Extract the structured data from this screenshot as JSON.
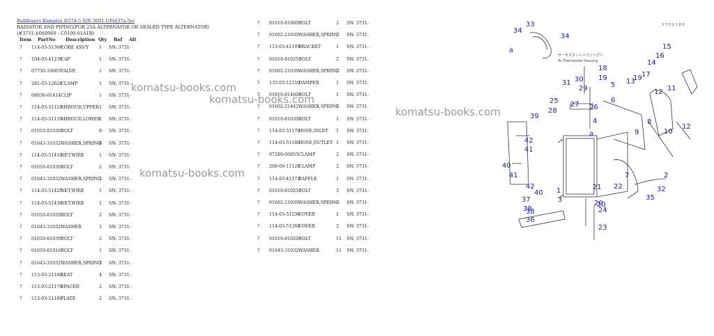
{
  "breadcrumb": "Bulldozers Komatsu D37A-5 S/N 3001-UP(d37a-5e)",
  "subtitle": "RADIATOR AND PIPING(FOR 25A ALTERNATOR OR SEALED TYPE ALTERNATOR)(#3731-)(060060 : C0100-01A1B)",
  "headers": {
    "item": "Item",
    "partno": "PartNo",
    "desc": "Description",
    "qty": "Qty",
    "ref": "Ref",
    "alt": "Alt"
  },
  "left_rows": [
    {
      "item": "?",
      "partno": "114-03-51360",
      "desc": "CORE ASS'Y",
      "qty": "1",
      "ref": "SN: 3731-"
    },
    {
      "item": "?",
      "partno": "104-03-41230",
      "desc": "CAP",
      "qty": "1",
      "ref": "SN: 3731-"
    },
    {
      "item": "?",
      "partno": "07730-10003",
      "desc": "VALVE",
      "qty": "1",
      "ref": "SN: 3731-"
    },
    {
      "item": "?",
      "partno": "281-03-12620",
      "desc": "CLAMP",
      "qty": "1",
      "ref": "SN: 3731-"
    },
    {
      "item": "?",
      "partno": "08036-01414",
      "desc": "CLIP",
      "qty": "1",
      "ref": "SN: 3731-"
    },
    {
      "item": "?",
      "partno": "114-03-51121",
      "desc": "SHROUD,UPPER",
      "qty": "1",
      "ref": "SN: 3731-"
    },
    {
      "item": "?",
      "partno": "114-03-51131",
      "desc": "SHROUD,LOWER",
      "qty": "1",
      "ref": "SN: 3731-"
    },
    {
      "item": "?",
      "partno": "01010-81030",
      "desc": "BOLT",
      "qty": "8",
      "ref": "SN: 3731-"
    },
    {
      "item": "?",
      "partno": "01643-31032",
      "desc": "WASHER,SPRING",
      "qty": "8",
      "ref": "SN: 3731-"
    },
    {
      "item": "?",
      "partno": "114-03-51410",
      "desc": "NET,WIRE",
      "qty": "1",
      "ref": "SN: 3731-"
    },
    {
      "item": "?",
      "partno": "01010-81030",
      "desc": "BOLT",
      "qty": "2",
      "ref": "SN: 3731-"
    },
    {
      "item": "?",
      "partno": "01643-31032",
      "desc": "WASHER,SPRING",
      "qty": "2",
      "ref": "SN: 3731-"
    },
    {
      "item": "?",
      "partno": "114-03-51420",
      "desc": "NET,WIRE",
      "qty": "1",
      "ref": "SN: 3731-"
    },
    {
      "item": "?",
      "partno": "114-03-51430",
      "desc": "NET,WIRE",
      "qty": "1",
      "ref": "SN: 3731-"
    },
    {
      "item": "?",
      "partno": "01010-81020",
      "desc": "BOLT",
      "qty": "2",
      "ref": "SN: 3731-"
    },
    {
      "item": "?",
      "partno": "01643-31032",
      "desc": "WASHER",
      "qty": "2",
      "ref": "SN: 3731-"
    },
    {
      "item": "?",
      "partno": "01010-81030",
      "desc": "BOLT",
      "qty": "2",
      "ref": "SN: 3731-"
    },
    {
      "item": "?",
      "partno": "01010-81016",
      "desc": "BOLT",
      "qty": "1",
      "ref": "SN: 3731-"
    },
    {
      "item": "?",
      "partno": "01643-31032",
      "desc": "WASHER,SPRING",
      "qty": "3",
      "ref": "SN: 3731-"
    },
    {
      "item": "?",
      "partno": "113-03-21160",
      "desc": "SEAT",
      "qty": "4",
      "ref": "SN: 3731-"
    },
    {
      "item": "?",
      "partno": "113-03-21170",
      "desc": "SPACER",
      "qty": "2",
      "ref": "SN: 3731-"
    },
    {
      "item": "?",
      "partno": "113-03-21180",
      "desc": "PLATE",
      "qty": "2",
      "ref": "SN: 3731-"
    }
  ],
  "right_rows": [
    {
      "item": "?",
      "partno": "01010-81060",
      "desc": "BOLT",
      "qty": "2",
      "ref": "SN: 3731-"
    },
    {
      "item": "?",
      "partno": "01602-21030",
      "desc": "WASHER,SPRING",
      "qty": "2",
      "ref": "SN: 3731-"
    },
    {
      "item": "?",
      "partno": "113-03-41191",
      "desc": "BRACKET",
      "qty": "1",
      "ref": "SN: 3731-"
    },
    {
      "item": "?",
      "partno": "01010-81025",
      "desc": "BOLT",
      "qty": "2",
      "ref": "SN: 3731-"
    },
    {
      "item": "?",
      "partno": "01602-21030",
      "desc": "WASHER,SPRING",
      "qty": "2",
      "ref": "SN: 3731-"
    },
    {
      "item": "?",
      "partno": "135-03-12110",
      "desc": "DAMPER",
      "qty": "1",
      "ref": "SN: 3731-"
    },
    {
      "item": "?",
      "partno": "01010-81460",
      "desc": "BOLT",
      "qty": "1",
      "ref": "SN: 3731-"
    },
    {
      "item": "?",
      "partno": "01602-21442",
      "desc": "WASHER,SPRING",
      "qty": "1",
      "ref": "SN: 3731-"
    },
    {
      "item": "?",
      "partno": "01010-81030",
      "desc": "BOLT",
      "qty": "1",
      "ref": "SN: 3731-"
    },
    {
      "item": "?",
      "partno": "114-03-51170",
      "desc": "HOSE,INLET",
      "qty": "1",
      "ref": "SN: 3731-"
    },
    {
      "item": "?",
      "partno": "114-03-51180",
      "desc": "HOSE,OUTLET",
      "qty": "1",
      "ref": "SN: 3731-"
    },
    {
      "item": "?",
      "partno": "07289-00055",
      "desc": "CLAMP",
      "qty": "2",
      "ref": "SN: 3731-"
    },
    {
      "item": "?",
      "partno": "208-09-11120",
      "desc": "CLAMP",
      "qty": "2",
      "ref": "SN: 3731-"
    },
    {
      "item": "?",
      "partno": "114-03-41171",
      "desc": "BAFFLE",
      "qty": "1",
      "ref": "SN: 3731-"
    },
    {
      "item": "?",
      "partno": "01010-81025",
      "desc": "BOLT",
      "qty": "3",
      "ref": "SN: 3731-"
    },
    {
      "item": "?",
      "partno": "01602-21030",
      "desc": "WASHER,SPRING",
      "qty": "3",
      "ref": "SN: 3731-"
    },
    {
      "item": "?",
      "partno": "114-03-51230",
      "desc": "COVER",
      "qty": "1",
      "ref": "SN: 3731-"
    },
    {
      "item": "?",
      "partno": "114-03-51260",
      "desc": "COVER",
      "qty": "2",
      "ref": "SN: 3731-"
    },
    {
      "item": "?",
      "partno": "01010-81020",
      "desc": "BOLT",
      "qty": "11",
      "ref": "SN: 3731-"
    },
    {
      "item": "?",
      "partno": "01643-31032",
      "desc": "WASHER",
      "qty": "11",
      "ref": "SN: 3731-"
    }
  ],
  "watermark": "komatsu-books.com",
  "diagram": {
    "top_code": "P Y E 6 1 8 0",
    "note_line1": "サーモスタットハウジングへ",
    "note_line2": "To Thermostat Housing",
    "callouts": [
      "33",
      "34",
      "34",
      "a",
      "15",
      "16",
      "14",
      "17",
      "11",
      "12",
      "19",
      "13",
      "18",
      "19",
      "5",
      "31",
      "29",
      "30",
      "25",
      "27",
      "26",
      "28",
      "6",
      "39",
      "a",
      "4",
      "8",
      "9",
      "10",
      "12",
      "42",
      "41",
      "40",
      "41",
      "42",
      "40",
      "7",
      "22",
      "21",
      "20",
      "1",
      "3",
      "37",
      "38",
      "36",
      "20",
      "24",
      "23",
      "35",
      "32",
      "2",
      "38"
    ]
  }
}
